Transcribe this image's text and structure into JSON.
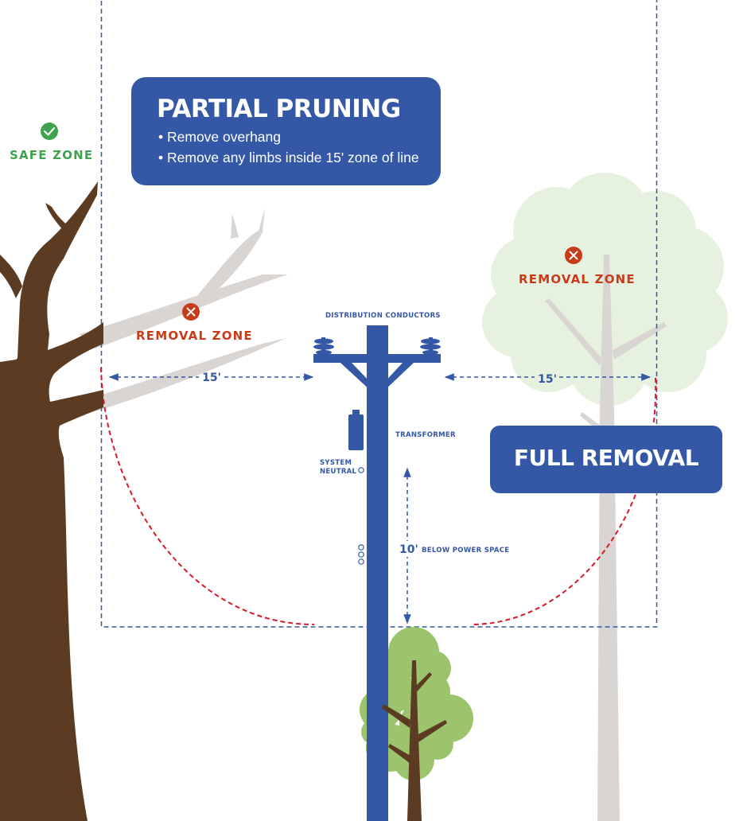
{
  "colors": {
    "blue": "#3457a6",
    "trunk_brown": "#5b3c22",
    "ghost_branch": "#d9d5d2",
    "ghost_foliage": "#e7f1df",
    "young_tree_green": "#9cc46c",
    "safe_green": "#3ea34f",
    "removal_red": "#c83b1a",
    "clearance_arc": "#d8192a"
  },
  "partial_pruning": {
    "title": "PARTIAL PRUNING",
    "bullets": [
      "Remove overhang",
      "Remove any limbs inside 15' zone of line"
    ]
  },
  "full_removal": {
    "title": "FULL REMOVAL"
  },
  "safe_zone": {
    "label": "SAFE ZONE",
    "icon": "check-circle-icon"
  },
  "removal_zones": [
    {
      "label": "REMOVAL ZONE",
      "icon": "x-circle-icon"
    },
    {
      "label": "REMOVAL ZONE",
      "icon": "x-circle-icon"
    }
  ],
  "pole": {
    "conductors_label": "DISTRIBUTION CONDUCTORS",
    "transformer_label": "TRANSFORMER",
    "neutral_label_line1": "SYSTEM",
    "neutral_label_line2": "NEUTRAL"
  },
  "dimensions": {
    "left_clearance": "15'",
    "right_clearance": "15'",
    "below_value": "10'",
    "below_label": "BELOW POWER SPACE"
  }
}
